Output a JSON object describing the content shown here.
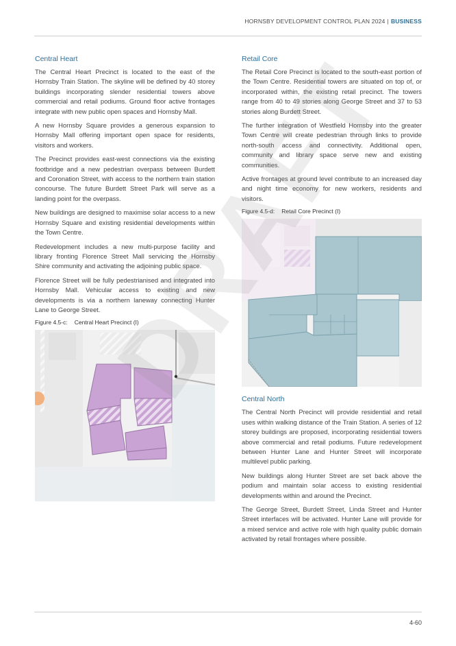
{
  "header": {
    "title": "HORNSBY DEVELOPMENT CONTROL PLAN 2024",
    "separator": "|",
    "section": "BUSINESS"
  },
  "left": {
    "heading": "Central Heart",
    "paragraphs": [
      "The Central Heart Precinct is located to the east of the Hornsby Train Station. The skyline will be defined by 40 storey buildings incorporating slender residential towers above commercial and retail podiums. Ground floor active frontages integrate with new public open spaces and Hornsby Mall.",
      "A new Hornsby Square provides a generous expansion to Hornsby Mall offering important open space for residents, visitors and workers.",
      "The Precinct provides east-west connections via the existing footbridge and a new pedestrian overpass between Burdett and Coronation Street, with access to the northern train station concourse. The future Burdett Street Park will serve as a landing point for the overpass.",
      "New buildings are designed to maximise solar access to a new Hornsby Square and existing residential developments within the Town Centre.",
      "Redevelopment includes a new multi-purpose facility and library fronting Florence Street Mall servicing the Hornsby Shire community and activating the adjoining public space.",
      "Florence Street will be fully pedestrianised and integrated into Hornsby Mall. Vehicular access to existing and new developments is via a northern laneway connecting Hunter Lane to George Street."
    ],
    "figure": {
      "number": "Figure 4.5-c:",
      "title": "Central Heart Precinct (I)"
    }
  },
  "right": {
    "heading": "Retail Core",
    "paragraphs": [
      "The Retail Core Precinct is located to the south-east portion of the Town Centre. Residential towers are situated on top of, or incorporated within, the existing retail precinct. The towers range from 40 to 49 stories along George Street and 37  to 53 stories along Burdett Street.",
      "The further integration of Westfield Hornsby into the greater Town Centre will create pedestrian through links to provide north-south access and connectivity. Additional open, community and library space serve new and existing communities.",
      "Active frontages at ground level contribute to an increased day and night time economy for new workers, residents and visitors."
    ],
    "figure": {
      "number": "Figure 4.5-d:",
      "title": "Retail Core Precinct (I)"
    },
    "heading2": "Central North",
    "paragraphs2": [
      "The Central North Precinct will provide residential and retail uses within walking distance of the Train Station. A series of 12 storey buildings are proposed, incorporating residential towers above commercial and retail podiums. Future redevelopment between Hunter Lane and Hunter Street will incorporate multilevel public parking.",
      "New buildings along Hunter Street are set back above the podium and maintain solar access to existing residential developments within and around the Precinct.",
      "The George Street, Burdett Street, Linda Street and Hunter Street interfaces will be activated. Hunter Lane will provide for a mixed service and active role with high quality public domain activated by retail frontages where possible."
    ]
  },
  "watermark": "DRAFT",
  "footer": {
    "page": "4-60"
  },
  "colors": {
    "accent": "#2d6f99",
    "central_heart_fill": "#c9a3d3",
    "retail_core_fill": "#a9c6cf"
  }
}
